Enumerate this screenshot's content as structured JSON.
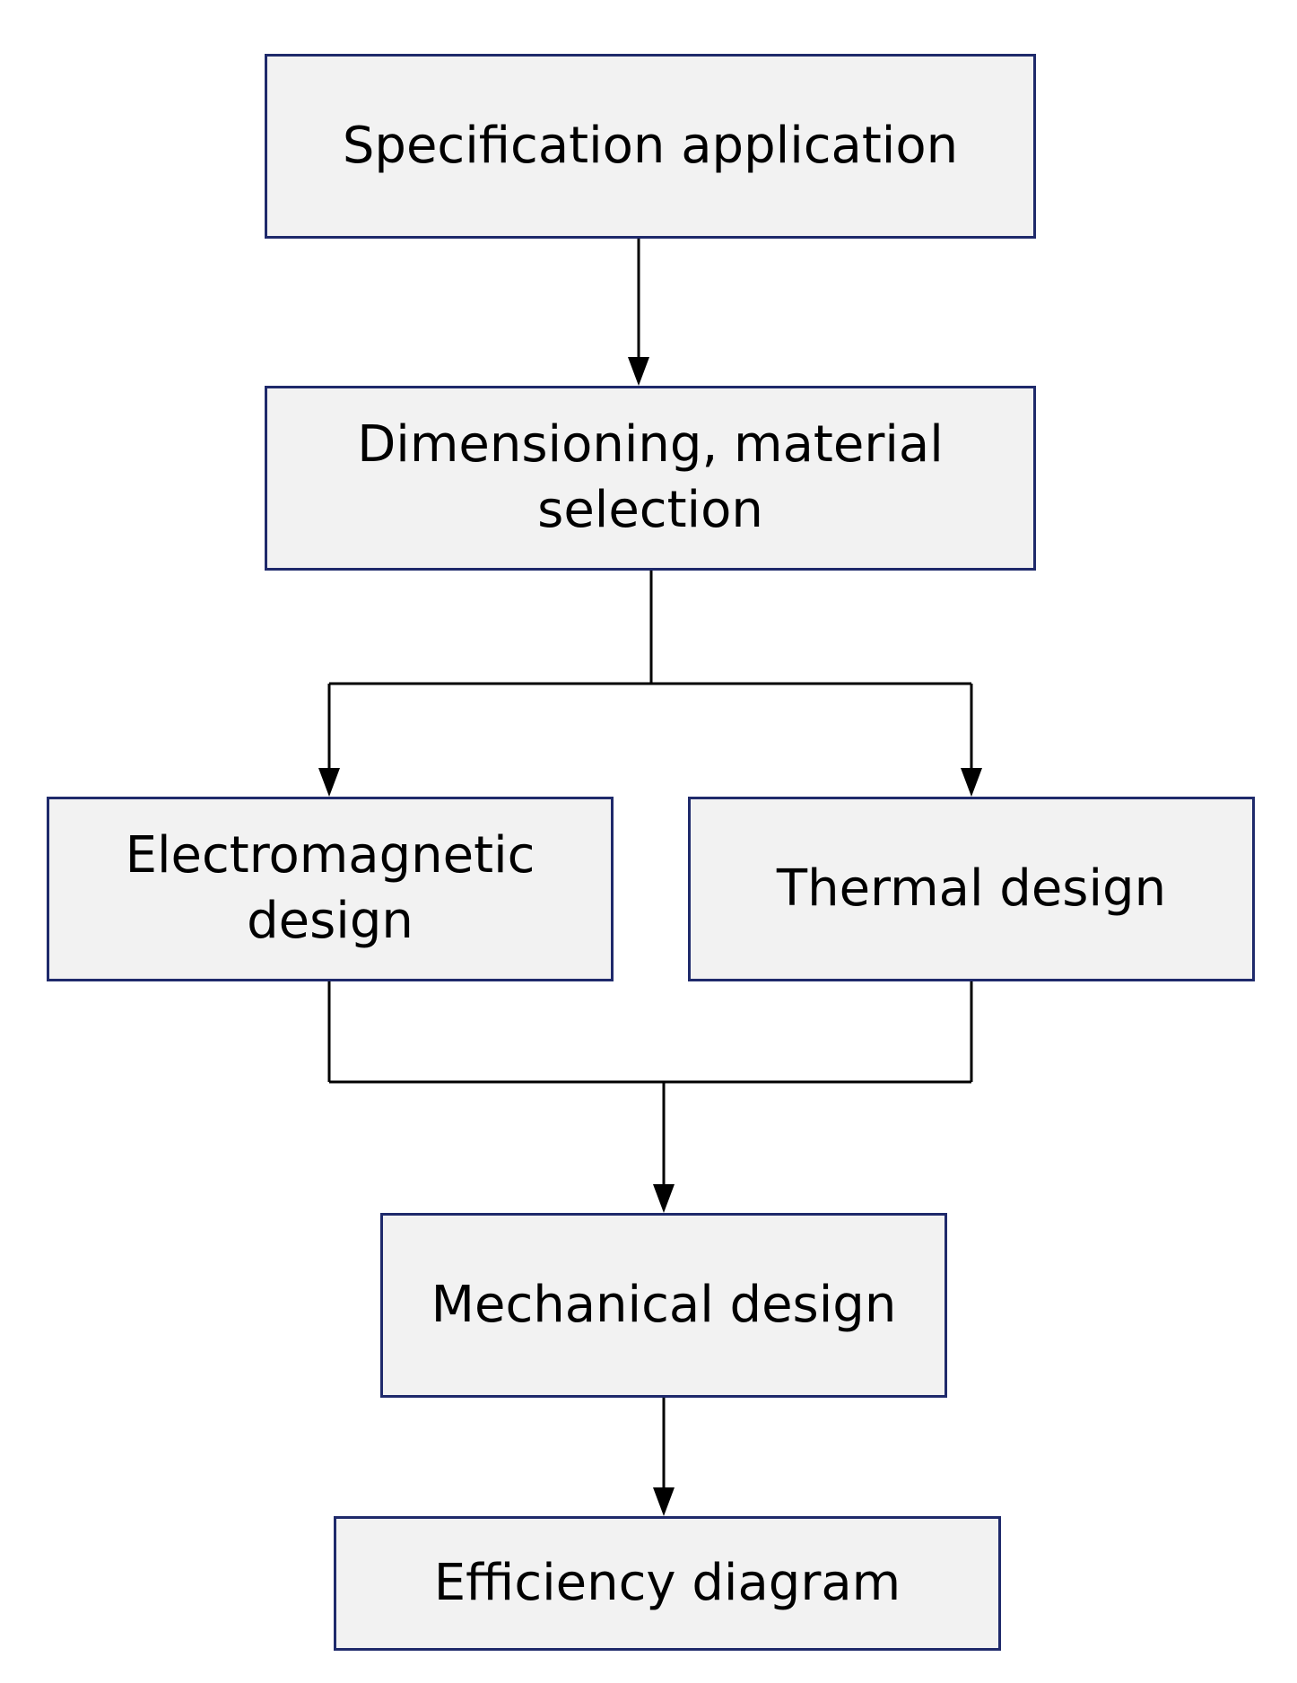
{
  "diagram": {
    "box_fill": "#f2f2f2",
    "box_border": "#1f2a6b",
    "line_color": "#000000",
    "nodes": {
      "specification": "Specification application",
      "dimensioning_line1": "Dimensioning, material",
      "dimensioning_line2": "selection",
      "electromagnetic_line1": "Electromagnetic",
      "electromagnetic_line2": "design",
      "thermal": "Thermal design",
      "mechanical": "Mechanical design",
      "efficiency": "Efficiency diagram"
    }
  }
}
